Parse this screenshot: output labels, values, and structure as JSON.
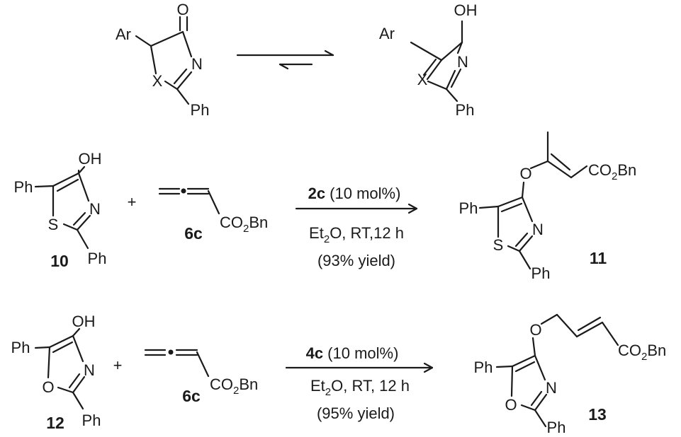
{
  "tautomer": {
    "keto": {
      "O": "O",
      "Ar": "Ar",
      "N": "N",
      "X": "X",
      "Ph": "Ph"
    },
    "enol": {
      "OH": "OH",
      "Ar": "Ar",
      "N": "N",
      "X": "X",
      "Ph": "Ph"
    }
  },
  "rxn1": {
    "substrate": {
      "OH": "OH",
      "Ph_top": "Ph",
      "N": "N",
      "S": "S",
      "Ph_bottom": "Ph",
      "label": "10"
    },
    "plus": "+",
    "allene": {
      "ester_main": "CO",
      "ester_sub": "2",
      "ester_tail": "Bn",
      "label": "6c"
    },
    "conditions": {
      "catalyst": "2c",
      "loading": " (10 mol%)",
      "solvent_main": "Et",
      "solvent_sub": "2",
      "solvent_tail": "O, RT,12 h",
      "yield": "(93% yield)"
    },
    "product": {
      "O": "O",
      "ester_main": "CO",
      "ester_sub": "2",
      "ester_tail": "Bn",
      "Ph_top": "Ph",
      "N": "N",
      "S": "S",
      "Ph_bottom": "Ph",
      "label": "11"
    }
  },
  "rxn2": {
    "substrate": {
      "OH": "OH",
      "Ph_top": "Ph",
      "N": "N",
      "O": "O",
      "Ph_bottom": "Ph",
      "label": "12"
    },
    "plus": "+",
    "allene": {
      "ester_main": "CO",
      "ester_sub": "2",
      "ester_tail": "Bn",
      "label": "6c"
    },
    "conditions": {
      "catalyst": "4c",
      "loading": " (10 mol%)",
      "solvent_main": "Et",
      "solvent_sub": "2",
      "solvent_tail": "O, RT, 12 h",
      "yield": "(95% yield)"
    },
    "product": {
      "O_ether": "O",
      "ester_main": "CO",
      "ester_sub": "2",
      "ester_tail": "Bn",
      "Ph_top": "Ph",
      "N": "N",
      "O_ring": "O",
      "Ph_bottom": "Ph",
      "label": "13"
    }
  }
}
